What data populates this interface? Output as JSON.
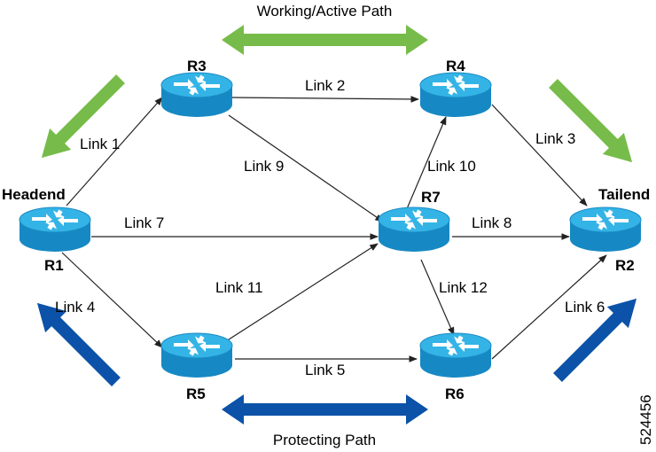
{
  "title_top": "Working/Active Path",
  "title_bottom": "Protecting Path",
  "figure_id": "524456",
  "roles": {
    "headend": "Headend",
    "tailend": "Tailend"
  },
  "routers": {
    "R1": "R1",
    "R2": "R2",
    "R3": "R3",
    "R4": "R4",
    "R5": "R5",
    "R6": "R6",
    "R7": "R7"
  },
  "links": {
    "link1": "Link 1",
    "link2": "Link 2",
    "link3": "Link 3",
    "link4": "Link 4",
    "link5": "Link 5",
    "link6": "Link 6",
    "link7": "Link 7",
    "link8": "Link 8",
    "link9": "Link 9",
    "link10": "Link 10",
    "link11": "Link 11",
    "link12": "Link 12"
  },
  "colors": {
    "working_path": "#77bc4a",
    "protecting_path": "#0b52a8",
    "router_fill": "#1b9fd6",
    "router_top": "#59c3ea",
    "link_line": "#222222"
  }
}
